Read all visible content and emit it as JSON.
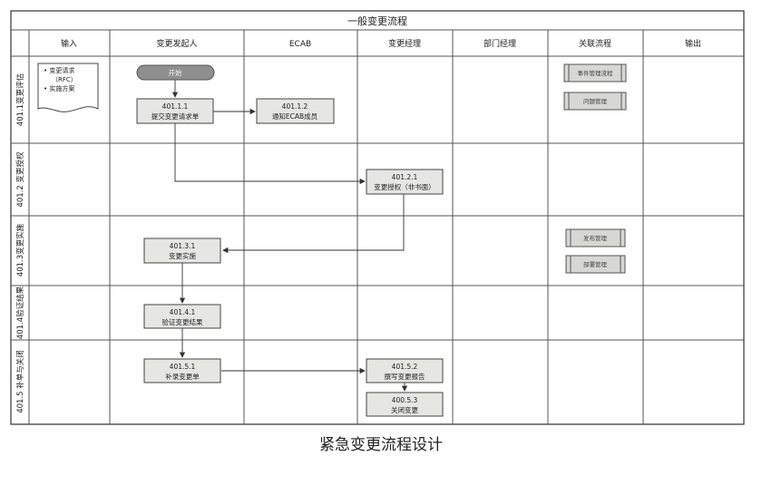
{
  "diagram": {
    "title": "一般变更流程",
    "columns": [
      "输入",
      "变更发起人",
      "ECAB",
      "变更经理",
      "部门经理",
      "关联流程",
      "输出"
    ],
    "rows": [
      "401.1变更评估",
      "401.2 变更授权",
      "401.3变更实施",
      "401.4验证结果",
      "401.5 补单与关闭"
    ],
    "input_doc": {
      "lines": [
        "• 变更请求",
        "（RFC）",
        "• 实施方案"
      ]
    },
    "start": {
      "label": "开始"
    },
    "nodes": [
      {
        "id": "n111",
        "code": "401.1.1",
        "label": "提交变更请求单"
      },
      {
        "id": "n112",
        "code": "401.1.2",
        "label": "通知ECAB成员"
      },
      {
        "id": "n121",
        "code": "401.2.1",
        "label": "变更授权（非书面）"
      },
      {
        "id": "n131",
        "code": "401.3.1",
        "label": "变更实施"
      },
      {
        "id": "n141",
        "code": "401.4.1",
        "label": "验证变更结果"
      },
      {
        "id": "n151",
        "code": "401.5.1",
        "label": "补录变更单"
      },
      {
        "id": "n152",
        "code": "401.5.2",
        "label": "撰写变更报告"
      },
      {
        "id": "n153",
        "code": "400.5.3",
        "label": "关闭变更"
      }
    ],
    "related": [
      {
        "id": "r1",
        "label": "事件管理流程"
      },
      {
        "id": "r2",
        "label": "问题管理"
      },
      {
        "id": "r3",
        "label": "发布管理"
      },
      {
        "id": "r4",
        "label": "部署管理"
      }
    ]
  },
  "caption": "紧急变更流程设计"
}
